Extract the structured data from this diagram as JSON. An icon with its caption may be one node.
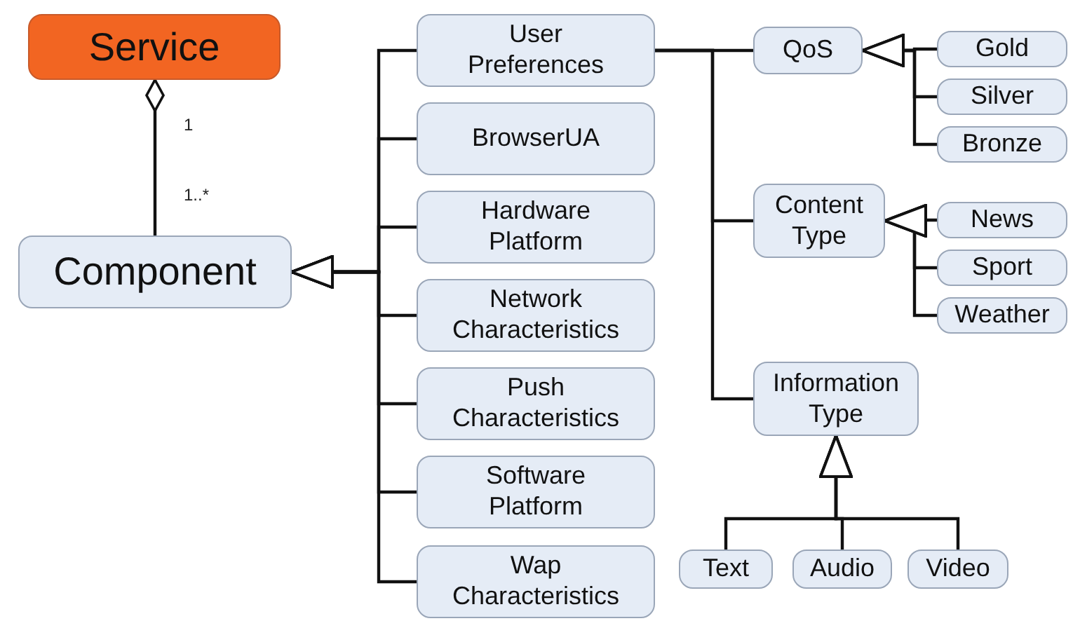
{
  "diagram": {
    "nodes": [
      {
        "text": [
          "Service"
        ]
      },
      {
        "text": [
          "Component"
        ]
      },
      {
        "text": [
          "User Preferences"
        ]
      },
      {
        "text": [
          "BrowserUA"
        ]
      },
      {
        "text": [
          "Hardware Platform"
        ]
      },
      {
        "text": [
          "Network Characteristics"
        ]
      },
      {
        "text": [
          "Push Characteristics"
        ]
      },
      {
        "text": [
          "Software Platform"
        ]
      },
      {
        "text": [
          "Wap Characteristics"
        ]
      },
      {
        "text": [
          "QoS"
        ]
      },
      {
        "text": [
          "Content Type"
        ]
      },
      {
        "text": [
          "Information Type"
        ]
      },
      {
        "text": [
          "Gold"
        ]
      },
      {
        "text": [
          "Silver"
        ]
      },
      {
        "text": [
          "Bronze"
        ]
      },
      {
        "text": [
          "News"
        ]
      },
      {
        "text": [
          "Sport"
        ]
      },
      {
        "text": [
          "Weather"
        ]
      },
      {
        "text": [
          "Text"
        ]
      },
      {
        "text": [
          "Audio"
        ]
      },
      {
        "text": [
          "Video"
        ]
      }
    ],
    "edges": [
      {
        "from": 0,
        "to": 1,
        "arrow": "other"
      },
      {
        "from": 2,
        "to": 1,
        "arrow": "to"
      },
      {
        "from": 3,
        "to": 1,
        "arrow": "to"
      },
      {
        "from": 4,
        "to": 1,
        "arrow": "to"
      },
      {
        "from": 5,
        "to": 1,
        "arrow": "to"
      },
      {
        "from": 6,
        "to": 1,
        "arrow": "to"
      },
      {
        "from": 7,
        "to": 1,
        "arrow": "to"
      },
      {
        "from": 8,
        "to": 1,
        "arrow": "to"
      },
      {
        "from": 9,
        "to": 2,
        "arrow": "none"
      },
      {
        "from": 10,
        "to": 2,
        "arrow": "none"
      },
      {
        "from": 11,
        "to": 2,
        "arrow": "none"
      },
      {
        "from": 12,
        "to": 9,
        "arrow": "to"
      },
      {
        "from": 13,
        "to": 9,
        "arrow": "to"
      },
      {
        "from": 14,
        "to": 9,
        "arrow": "to"
      },
      {
        "from": 15,
        "to": 10,
        "arrow": "to"
      },
      {
        "from": 16,
        "to": 10,
        "arrow": "to"
      },
      {
        "from": 17,
        "to": 10,
        "arrow": "to"
      },
      {
        "from": 18,
        "to": 11,
        "arrow": "to"
      },
      {
        "from": 19,
        "to": 11,
        "arrow": "to"
      },
      {
        "from": 20,
        "to": 11,
        "arrow": "to"
      }
    ],
    "labels": [
      "1",
      "1..*"
    ]
  }
}
